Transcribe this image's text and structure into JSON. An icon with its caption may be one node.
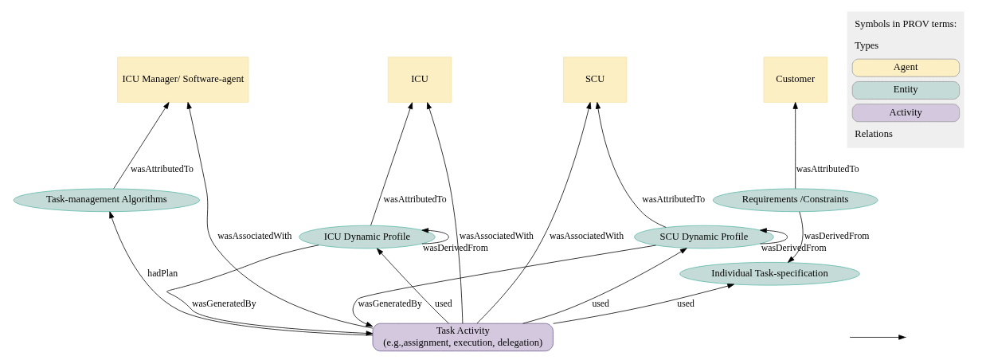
{
  "diagram": {
    "nodes": [
      {
        "text": [
          "ICU"
        ]
      },
      {
        "text": [
          "SCU"
        ]
      },
      {
        "text": [
          "ICU Manager/ Software-agent"
        ]
      },
      {
        "text": [
          "Customer"
        ]
      },
      {
        "text": [
          "ICU Dynamic Profile"
        ]
      },
      {
        "text": [
          "SCU Dynamic Profile"
        ]
      },
      {
        "text": [
          "Task-management Algorithms"
        ]
      },
      {
        "text": [
          "Requirements /Constraints"
        ]
      },
      {
        "text": [
          "Individual Task-specification"
        ]
      },
      {
        "text": [
          "Task Activity",
          "(e.g.,assignment, execution, delegation)"
        ]
      }
    ],
    "edges": [
      {
        "from": 4,
        "to": 0,
        "arrow": "to",
        "label": "wasAttributedTo"
      },
      {
        "from": 4,
        "to": 4,
        "arrow": "to",
        "label": "wasDerivedFrom"
      },
      {
        "from": 9,
        "to": 0,
        "arrow": "to",
        "label": "wasAssociatedWith"
      },
      {
        "from": 4,
        "to": 9,
        "arrow": "to",
        "label": "wasGeneratedBy"
      },
      {
        "from": 9,
        "to": 4,
        "arrow": "to",
        "label": "used"
      },
      {
        "from": 9,
        "to": 5,
        "arrow": "to",
        "label": "used"
      },
      {
        "from": 5,
        "to": 9,
        "arrow": "to",
        "label": "wasGeneratedBy"
      },
      {
        "from": 5,
        "to": 1,
        "arrow": "to",
        "label": "wasAttributedTo"
      },
      {
        "from": 5,
        "to": 5,
        "arrow": "to",
        "label": "wasDerivedFrom"
      },
      {
        "from": 9,
        "to": 1,
        "arrow": "to",
        "label": "wasAssociatedWith"
      },
      {
        "from": 9,
        "to": 2,
        "arrow": "to",
        "label": "wasAssociatedWith"
      },
      {
        "from": 6,
        "to": 2,
        "arrow": "to",
        "label": "wasAttributedTo"
      },
      {
        "from": 9,
        "to": 6,
        "arrow": "to",
        "label": "hadPlan"
      },
      {
        "from": 7,
        "to": 3,
        "arrow": "to",
        "label": "wasAttributedTo"
      },
      {
        "from": 7,
        "to": 8,
        "arrow": "to",
        "label": "wasDerivedFrom"
      },
      {
        "from": 9,
        "to": 8,
        "arrow": "to",
        "label": "used"
      }
    ],
    "labels": [
      "Symbols in PROV terms:",
      "Types"
    ],
    "legend": [
      {
        "text": "Agent",
        "color": "#fcefc4"
      },
      {
        "text": "Entity",
        "color": "#c4dbd7"
      },
      {
        "text": "Activity",
        "color": "#d3c8de"
      },
      {
        "text": "Relations"
      }
    ]
  }
}
